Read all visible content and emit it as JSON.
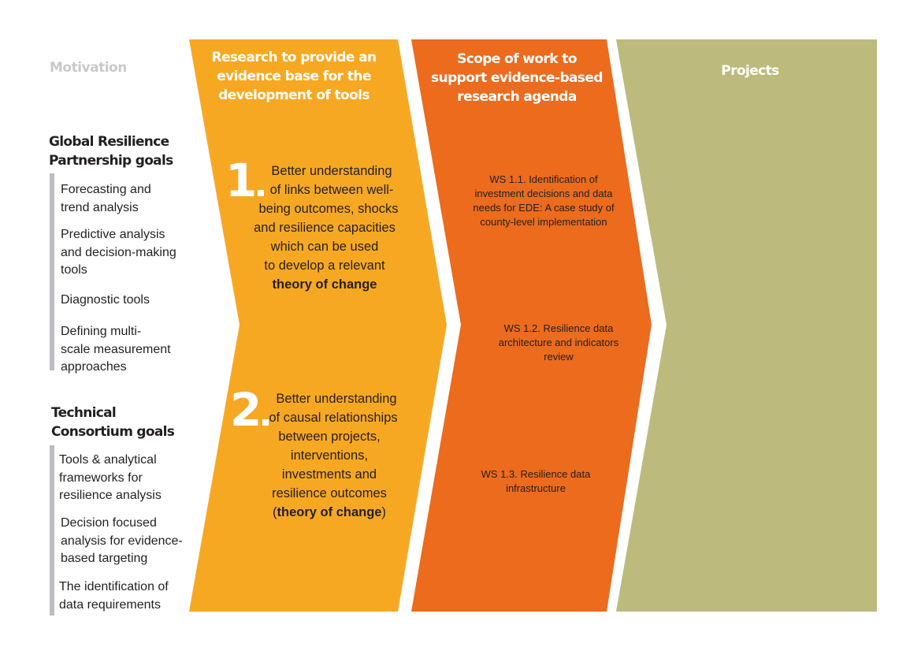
{
  "colors": {
    "yellow": "#f7a823",
    "orange": "#ec6b1d",
    "green": "#bcbb7d",
    "grey_bar": "#bcbdc0",
    "motivation_text": "#c9c9c9"
  },
  "motivation": {
    "label": "Motivation"
  },
  "gr_goals": {
    "title_line1": "Global Resilience",
    "title_line2": "Partnership goals",
    "items": [
      {
        "line1": "Forecasting and",
        "line2": "trend analysis"
      },
      {
        "line1": "Predictive analysis",
        "line2": "and decision-making",
        "line3": "tools"
      },
      {
        "line1": "Diagnostic tools"
      },
      {
        "line1": "Defining multi-",
        "line2": "scale measurement",
        "line3": "approaches"
      }
    ]
  },
  "tc_goals": {
    "title_line1": "Technical",
    "title_line2": "Consortium goals",
    "items": [
      {
        "line1": "Tools & analytical",
        "line2": "frameworks for",
        "line3": "resilience analysis"
      },
      {
        "line1": "Decision focused",
        "line2": "analysis for evidence-",
        "line3": "based targeting"
      },
      {
        "line1": "The identification of",
        "line2": "data requirements"
      }
    ]
  },
  "research": {
    "title_line1": "Research to provide an",
    "title_line2": "evidence base for the",
    "title_line3": "development of tools",
    "point1": {
      "number": "1",
      "line1": "Better understanding",
      "line2": "of links between well-",
      "line3": "being outcomes, shocks",
      "line4": "and resilience capacities",
      "line5": "which can be used",
      "line6": "to develop a relevant",
      "bold": "theory of change"
    },
    "point2": {
      "number": "2",
      "line1": "Better understanding",
      "line2": "of causal relationships",
      "line3": "between projects,",
      "line4": "interventions,",
      "line5": "investments and",
      "line6": "resilience outcomes",
      "paren_open": "(",
      "bold": "theory of change",
      "paren_close": ")"
    }
  },
  "scope": {
    "title_line1": "Scope of work to",
    "title_line2": "support evidence-based",
    "title_line3": "research agenda",
    "ws1": {
      "line1": "WS 1.1. Identification of",
      "line2": "investment decisions and data",
      "line3": "needs for EDE: A case study of",
      "line4": "county-level implementation"
    },
    "ws2": {
      "line1": "WS 1.2. Resilience data",
      "line2": "architecture and indicators",
      "line3": "review"
    },
    "ws3": {
      "line1": "WS 1.3. Resilience data",
      "line2": "infrastructure"
    }
  },
  "projects": {
    "title": "Projects"
  }
}
